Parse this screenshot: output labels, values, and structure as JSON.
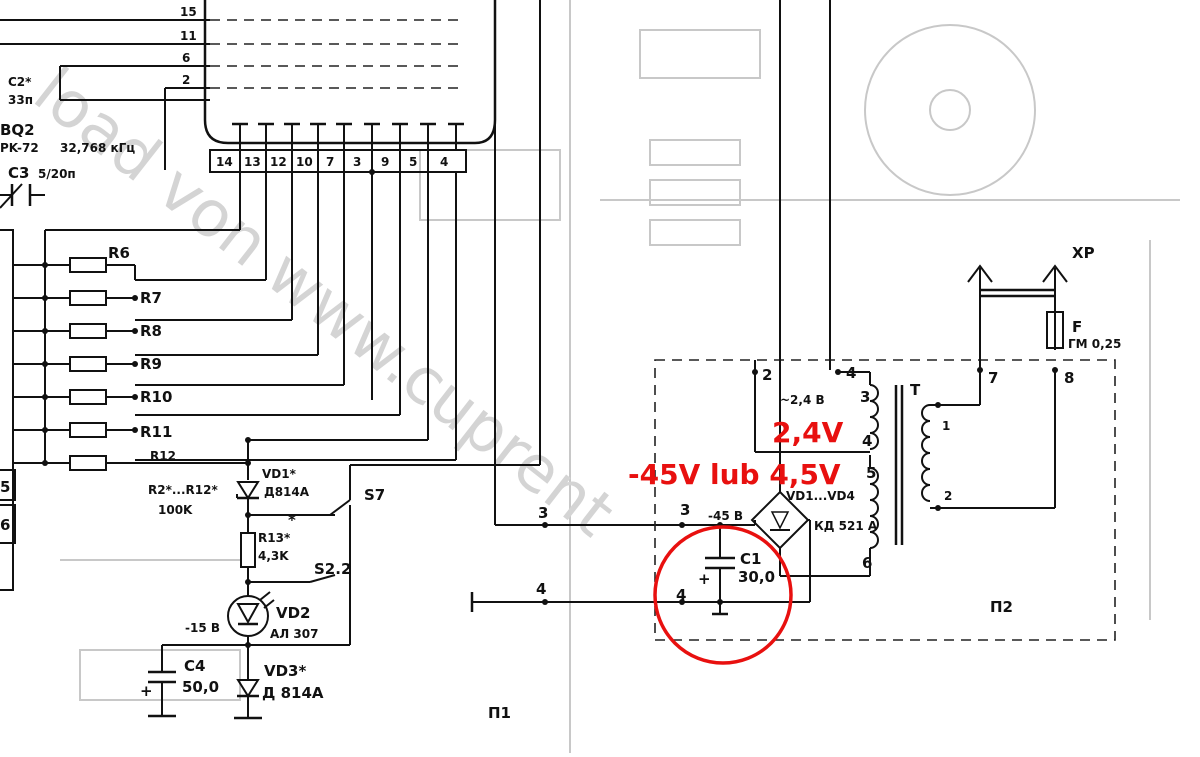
{
  "annotations": {
    "ac_label": "2,4V",
    "dc_label": "-45V lub 4,5V",
    "accent_color": "#e8100f"
  },
  "watermark": "load von www.cuprent",
  "header_bus": {
    "lines": [
      "15",
      "11",
      "6",
      "2"
    ]
  },
  "ic_pins": [
    "14",
    "13",
    "12",
    "10",
    "7",
    "3",
    "9",
    "5",
    "4"
  ],
  "components": {
    "c2": {
      "ref": "C2*",
      "value": "33п"
    },
    "bq2": {
      "ref": "BQ2",
      "type": "PK-72",
      "freq": "32,768 кГц"
    },
    "c3": {
      "ref": "C3",
      "value": "5/20п"
    },
    "resistors": [
      "R6",
      "R7",
      "R8",
      "R9",
      "R10",
      "R11",
      "R12"
    ],
    "r2": "R2*...R12*",
    "r2_value": "100K",
    "vd1": {
      "ref": "VD1*",
      "type": "Д814А"
    },
    "r13": {
      "ref": "R13*",
      "value": "4,3K"
    },
    "vd2": {
      "ref": "VD2",
      "type": "АЛ 307",
      "voltage": "-15 В"
    },
    "vd3": {
      "ref": "VD3*",
      "type": "Д 814А"
    },
    "c4": {
      "ref": "C4",
      "value": "50,0"
    },
    "s7": "S7",
    "s22": "S2.2",
    "c1": {
      "ref": "C1",
      "value": "30,0"
    },
    "bridge": {
      "ref": "VD1...VD4",
      "type": "КД 521 А"
    },
    "transformer": {
      "ref": "T",
      "ac": "~2,4 В",
      "dc": "-45 В"
    },
    "xp": "XP",
    "fuse": {
      "ref": "F",
      "value": "ГМ 0,25"
    }
  },
  "terminals": {
    "t3": "3",
    "t4": "4",
    "t2": "2",
    "t5": "5",
    "t6": "6",
    "t7": "7",
    "t8": "8",
    "w1": "1",
    "w2": "2"
  },
  "left_edge": [
    "5",
    "6"
  ],
  "boards": {
    "p1": "П1",
    "p2": "П2"
  }
}
